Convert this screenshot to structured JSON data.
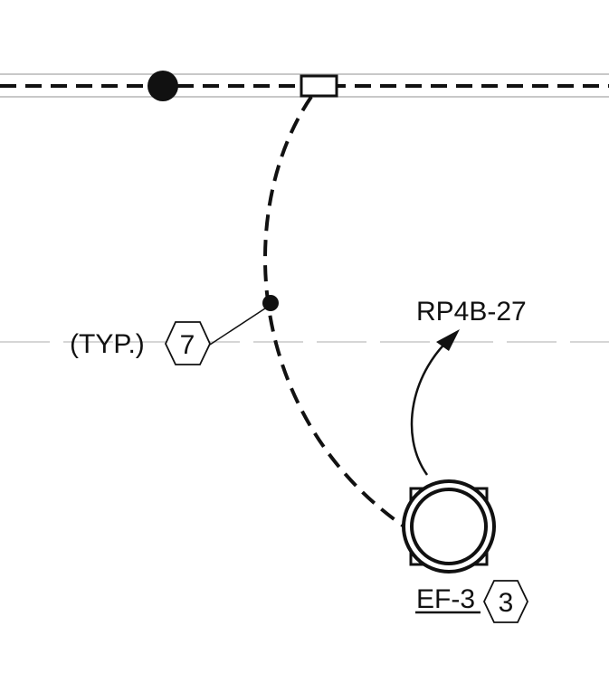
{
  "drawing": {
    "callout_circuit": "RP4B-27",
    "note_typ": "(TYP.)",
    "tag_note": "7",
    "equipment_label": "EF-3",
    "tag_equipment": "3"
  },
  "colors": {
    "ink": "#111111",
    "light_line": "#b5b5b5",
    "background": "#ffffff"
  }
}
